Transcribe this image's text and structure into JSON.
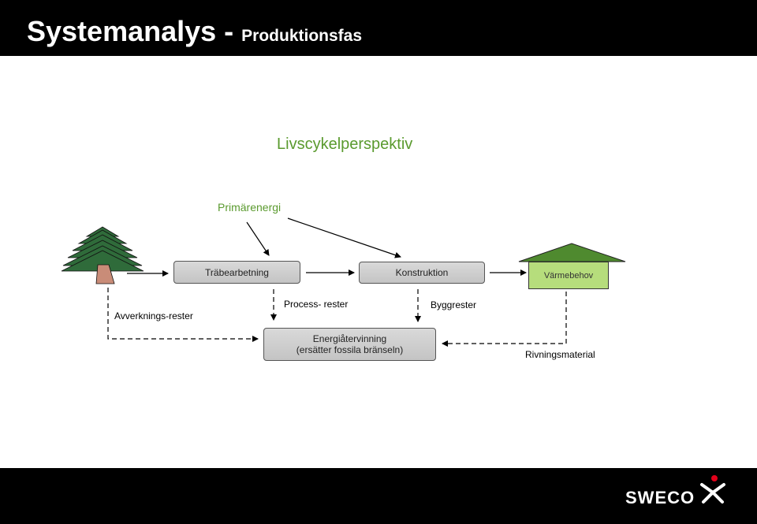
{
  "header": {
    "title": "Systemanalys - ",
    "subtitle": "Produktionsfas"
  },
  "diagram": {
    "heading": "Livscykelperspektiv",
    "primary_energy": "Primärenergi",
    "nodes": {
      "wood_processing": "Träbearbetning",
      "construction": "Konstruktion",
      "heating_demand": "Värmebehov",
      "energy_recovery_line1": "Energiåtervinning",
      "energy_recovery_line2": "(ersätter fossila bränseln)"
    },
    "residues": {
      "harvest": "Avverknings-rester",
      "process": "Process- rester",
      "construction": "Byggrester",
      "demolition": "Rivningsmaterial"
    },
    "colors": {
      "accent_green": "#5a9a2e",
      "roof_green": "#4f8a2f",
      "house_green": "#b6dd7c",
      "tree_green": "#2f6b3a",
      "trunk": "#c98c78"
    }
  },
  "footer": {
    "logo_text": "SWECO",
    "logo_icon": "sweco-mark-icon"
  }
}
